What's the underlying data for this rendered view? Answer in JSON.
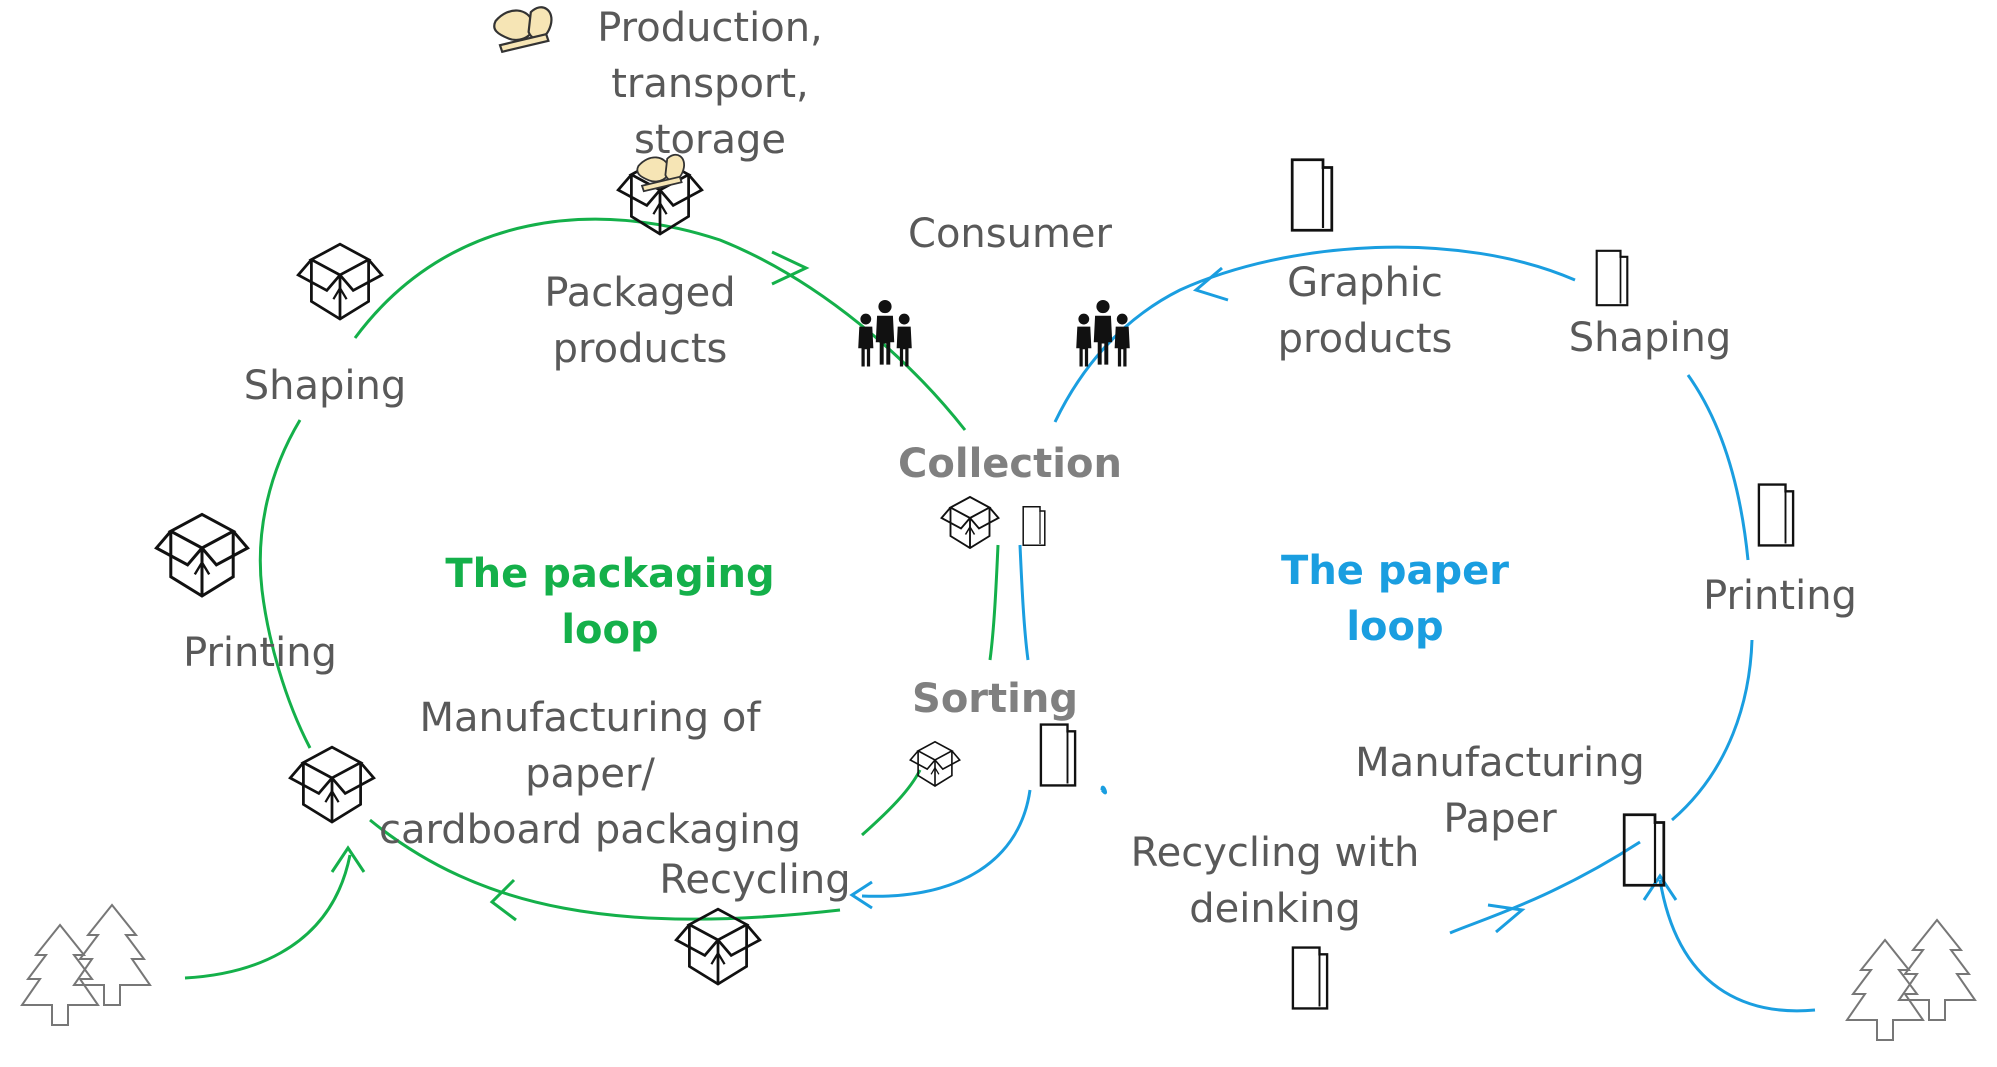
{
  "labels": {
    "production": "Production,\ntransport, storage",
    "consumer": "Consumer",
    "packaged_products": "Packaged\nproducts",
    "graphic_products": "Graphic\nproducts",
    "shaping_left": "Shaping",
    "shaping_right": "Shaping",
    "collection": "Collection",
    "packaging_loop": "The packaging\nloop",
    "paper_loop": "The paper\nloop",
    "printing_left": "Printing",
    "printing_right": "Printing",
    "sorting": "Sorting",
    "manufacturing_packaging": "Manufacturing of paper/\ncardboard packaging",
    "manufacturing_paper": "Manufacturing\nPaper",
    "recycling": "Recycling",
    "recycling_deinking": "Recycling with\ndeinking"
  },
  "colors": {
    "green": "#14b04a",
    "blue": "#1a9ee0",
    "text": "#595959",
    "gray_bold": "#808080",
    "cream": "#f6e5b5"
  },
  "icons": [
    "box-icon",
    "paper-sheet-icon",
    "people-icon",
    "pasta-icon",
    "tree-icon",
    "arrow-icon"
  ]
}
